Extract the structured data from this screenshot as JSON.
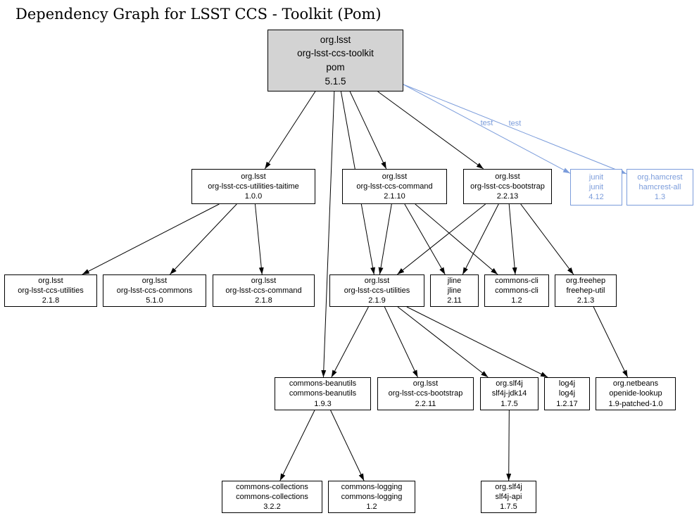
{
  "title": "Dependency Graph for LSST CCS - Toolkit (Pom)",
  "colors": {
    "edge": "#000000",
    "node_border": "#000000",
    "root_fill": "#d3d3d3",
    "test_accent": "#7b9cdb"
  },
  "nodes": {
    "root": {
      "label": "org.lsst\norg-lsst-ccs-toolkit\npom\n5.1.5"
    },
    "taitime": {
      "label": "org.lsst\norg-lsst-ccs-utilities-taitime\n1.0.0"
    },
    "command2110": {
      "label": "org.lsst\norg-lsst-ccs-command\n2.1.10"
    },
    "bootstrap2213": {
      "label": "org.lsst\norg-lsst-ccs-bootstrap\n2.2.13"
    },
    "junit": {
      "label": "junit\njunit\n4.12"
    },
    "hamcrest": {
      "label": "org.hamcrest\nhamcrest-all\n1.3"
    },
    "utilities218": {
      "label": "org.lsst\norg-lsst-ccs-utilities\n2.1.8"
    },
    "commons510": {
      "label": "org.lsst\norg-lsst-ccs-commons\n5.1.0"
    },
    "command218": {
      "label": "org.lsst\norg-lsst-ccs-command\n2.1.8"
    },
    "utilities219": {
      "label": "org.lsst\norg-lsst-ccs-utilities\n2.1.9"
    },
    "jline": {
      "label": "jline\njline\n2.11"
    },
    "commonscli": {
      "label": "commons-cli\ncommons-cli\n1.2"
    },
    "freehep": {
      "label": "org.freehep\nfreehep-util\n2.1.3"
    },
    "beanutils": {
      "label": "commons-beanutils\ncommons-beanutils\n1.9.3"
    },
    "bootstrap2211": {
      "label": "org.lsst\norg-lsst-ccs-bootstrap\n2.2.11"
    },
    "slf4jjdk14": {
      "label": "org.slf4j\nslf4j-jdk14\n1.7.5"
    },
    "log4j": {
      "label": "log4j\nlog4j\n1.2.17"
    },
    "openide": {
      "label": "org.netbeans\nopenide-lookup\n1.9-patched-1.0"
    },
    "collections": {
      "label": "commons-collections\ncommons-collections\n3.2.2"
    },
    "logging": {
      "label": "commons-logging\ncommons-logging\n1.2"
    },
    "slf4japi": {
      "label": "org.slf4j\nslf4j-api\n1.7.5"
    }
  },
  "edges": [
    {
      "from": "root",
      "to": "taitime"
    },
    {
      "from": "root",
      "to": "command2110"
    },
    {
      "from": "root",
      "to": "bootstrap2213"
    },
    {
      "from": "root",
      "to": "utilities219"
    },
    {
      "from": "root",
      "to": "beanutils"
    },
    {
      "from": "root",
      "to": "junit",
      "type": "test",
      "label": "test"
    },
    {
      "from": "root",
      "to": "hamcrest",
      "type": "test",
      "label": "test"
    },
    {
      "from": "taitime",
      "to": "utilities218"
    },
    {
      "from": "taitime",
      "to": "commons510"
    },
    {
      "from": "taitime",
      "to": "command218"
    },
    {
      "from": "command2110",
      "to": "utilities219"
    },
    {
      "from": "command2110",
      "to": "jline"
    },
    {
      "from": "command2110",
      "to": "commonscli"
    },
    {
      "from": "bootstrap2213",
      "to": "utilities219"
    },
    {
      "from": "bootstrap2213",
      "to": "jline"
    },
    {
      "from": "bootstrap2213",
      "to": "commonscli"
    },
    {
      "from": "bootstrap2213",
      "to": "freehep"
    },
    {
      "from": "utilities219",
      "to": "beanutils"
    },
    {
      "from": "utilities219",
      "to": "bootstrap2211"
    },
    {
      "from": "utilities219",
      "to": "slf4jjdk14"
    },
    {
      "from": "utilities219",
      "to": "log4j"
    },
    {
      "from": "freehep",
      "to": "openide"
    },
    {
      "from": "beanutils",
      "to": "collections"
    },
    {
      "from": "beanutils",
      "to": "logging"
    },
    {
      "from": "slf4jjdk14",
      "to": "slf4japi"
    }
  ]
}
